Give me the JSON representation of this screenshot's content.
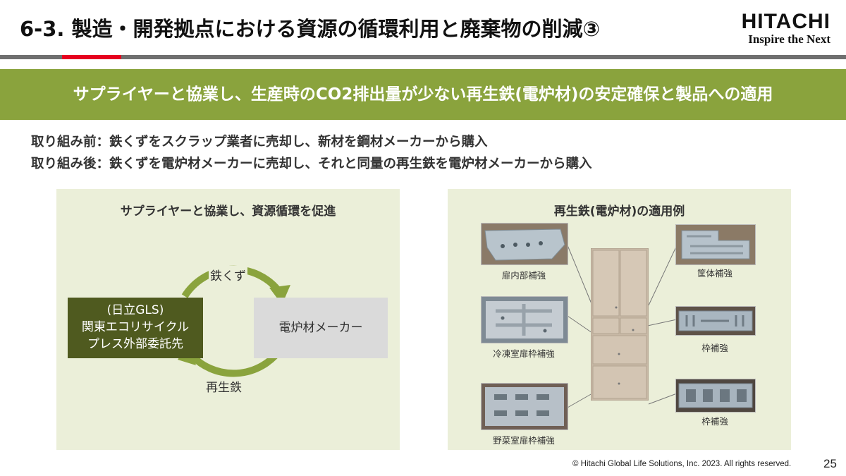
{
  "header": {
    "title": "6-3. 製造・開発拠点における資源の循環利用と廃棄物の削減③",
    "logo_word": "HITACHI",
    "logo_tagline": "Inspire the Next"
  },
  "banner": {
    "text": "サプライヤーと協業し、生産時のCO2排出量が少ない再生鉄(電炉材)の安定確保と製品への適用"
  },
  "description": {
    "before": "取り組み前：鉄くずをスクラップ業者に売却し、新材を鋼材メーカーから購入",
    "after": "取り組み後：鉄くずを電炉材メーカーに売却し、それと同量の再生鉄を電炉材メーカーから購入"
  },
  "left_panel": {
    "title": "サプライヤーと協業し、資源循環を促進",
    "supplier_lines": [
      "(日立GLS)",
      "関東エコリサイクル",
      "プレス外部委託先"
    ],
    "maker": "電炉材メーカー",
    "flow_top": "鉄くず",
    "flow_bottom": "再生鉄"
  },
  "right_panel": {
    "title": "再生鉄(電炉材)の適用例",
    "captions": {
      "door_inner": "扉内部補強",
      "freezer_door": "冷凍室扉枠補強",
      "vegetable_door": "野菜室扉枠補強",
      "cabinet": "筐体補強",
      "frame1": "枠補強",
      "frame2": "枠補強"
    }
  },
  "footer": {
    "copyright": "© Hitachi Global Life Solutions, Inc. 2023. All rights reserved.",
    "page": "25"
  },
  "colors": {
    "banner": "#8aa33d",
    "panel": "#ebefd9",
    "supplier_box": "#4f5a1f",
    "maker_box": "#dadada",
    "arrow": "#8aa33d",
    "accent_red": "#e6001f",
    "rule_gray": "#6f6f6f"
  }
}
